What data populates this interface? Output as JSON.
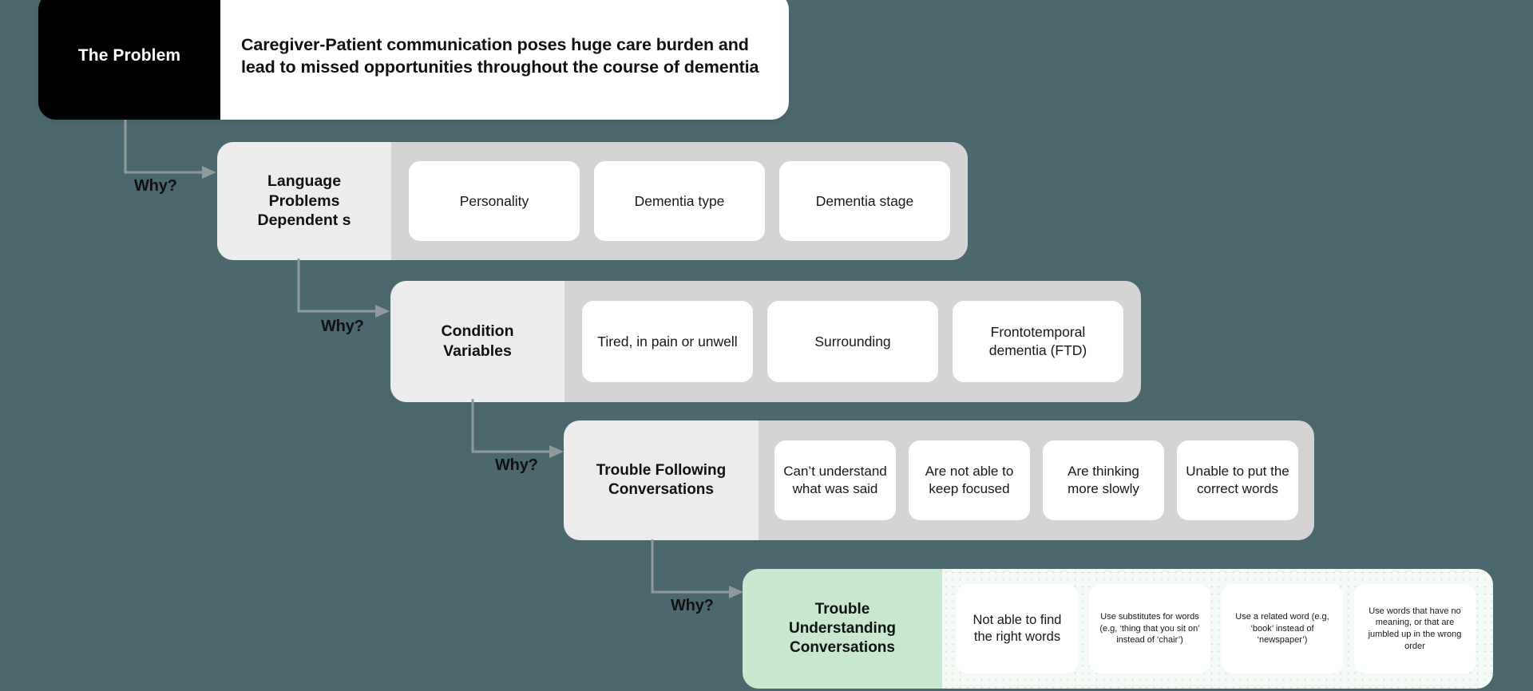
{
  "background_color": "#4c686f",
  "problem": {
    "label": "The Problem",
    "statement": "Caregiver-Patient communication poses huge care burden and lead to missed opportunities throughout the course of dementia"
  },
  "why_label": "Why?",
  "rows": [
    {
      "id": "language",
      "label": "Language Problems Dependent s",
      "label_lines": [
        "Language",
        "Problems",
        "Dependent s"
      ],
      "accent": "#ececec",
      "cards": [
        "Personality",
        "Dementia type",
        "Dementia stage"
      ]
    },
    {
      "id": "condition",
      "label": "Condition Variables",
      "label_lines": [
        "Condition",
        "Variables"
      ],
      "accent": "#ececec",
      "cards": [
        "Tired, in pain or unwell",
        "Surrounding",
        "Frontotemporal dementia (FTD)"
      ]
    },
    {
      "id": "following",
      "label": "Trouble Following Conversations",
      "label_lines": [
        "Trouble Following",
        "Conversations"
      ],
      "accent": "#ececec",
      "cards": [
        "Can’t understand what was said",
        "Are not able to keep focused",
        "Are thinking more slowly",
        "Unable to put the correct words"
      ]
    },
    {
      "id": "understanding",
      "label": "Trouble Understanding Conversations",
      "label_lines": [
        "Trouble",
        "Understanding",
        "Conversations"
      ],
      "accent": "#c8e7cf",
      "cards": [
        "Not able to find the right words",
        "Use substitutes for words (e.g, ‘thing that you sit on’ instead of ‘chair’)",
        "Use a related word (e.g, ‘book’ instead of ‘newspaper’)",
        "Use words that have no meaning, or that are jumbled up in the wrong order"
      ]
    }
  ]
}
